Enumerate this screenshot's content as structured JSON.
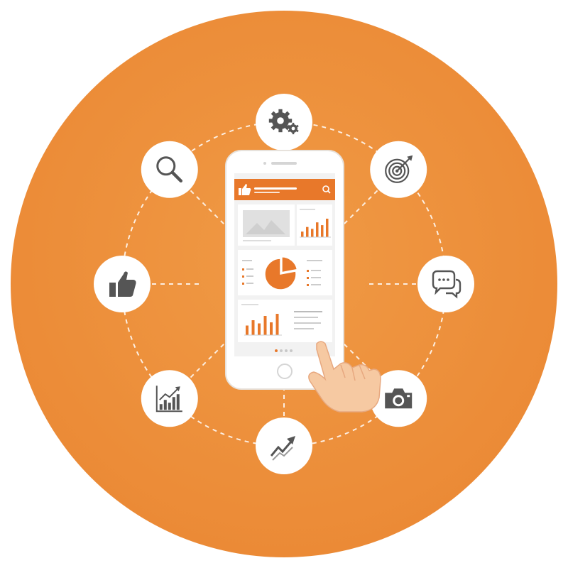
{
  "colors": {
    "background_circle": "#eb8a36",
    "background_circle_light": "#f09a45",
    "accent": "#e8782a",
    "icon": "#555555",
    "white": "#ffffff",
    "skin": "#f6c9a2",
    "skin_shadow": "#e7a87f"
  },
  "nodes": [
    {
      "name": "settings-gears-icon",
      "angle": -90
    },
    {
      "name": "target-icon",
      "angle": -45
    },
    {
      "name": "chat-bubbles-icon",
      "angle": 0
    },
    {
      "name": "camera-icon",
      "angle": 45
    },
    {
      "name": "trend-arrow-icon",
      "angle": 90
    },
    {
      "name": "growth-chart-icon",
      "angle": 135
    },
    {
      "name": "thumbs-up-icon",
      "angle": 180
    },
    {
      "name": "search-icon",
      "angle": -135
    }
  ],
  "phone": {
    "header_icons": [
      "thumbs-up-icon",
      "search-icon"
    ],
    "pagination_dots": 4,
    "active_dot": 0,
    "pie_slices": [
      0.22,
      0.78
    ],
    "bars_top_right": [
      0.3,
      0.55,
      0.45,
      0.8,
      0.65,
      1.0
    ],
    "bars_bottom_left": [
      0.45,
      0.7,
      0.55,
      0.9,
      0.6,
      1.0
    ]
  }
}
